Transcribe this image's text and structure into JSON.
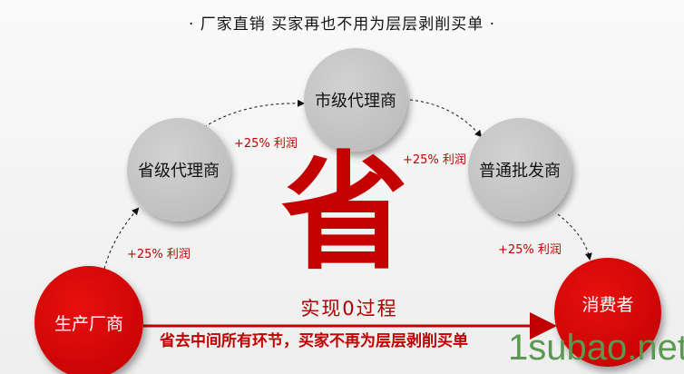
{
  "title": "·  厂家直销    买家再也不用为层层剥削买单  ·",
  "nodes": {
    "manufacturer": "生产厂商",
    "provincial": "省级代理商",
    "city": "市级代理商",
    "wholesaler": "普通批发商",
    "consumer": "消费者"
  },
  "profit_label": "+25% 利润",
  "big_char": "省",
  "subtitle": "实现0过程",
  "bottom_text": "省去中间所有环节，买家不再为层层剥削买单",
  "watermark": "1subao.net",
  "colors": {
    "red": "#d00000",
    "gray": "#c4c4c4",
    "watermark": "#5a9a50"
  }
}
